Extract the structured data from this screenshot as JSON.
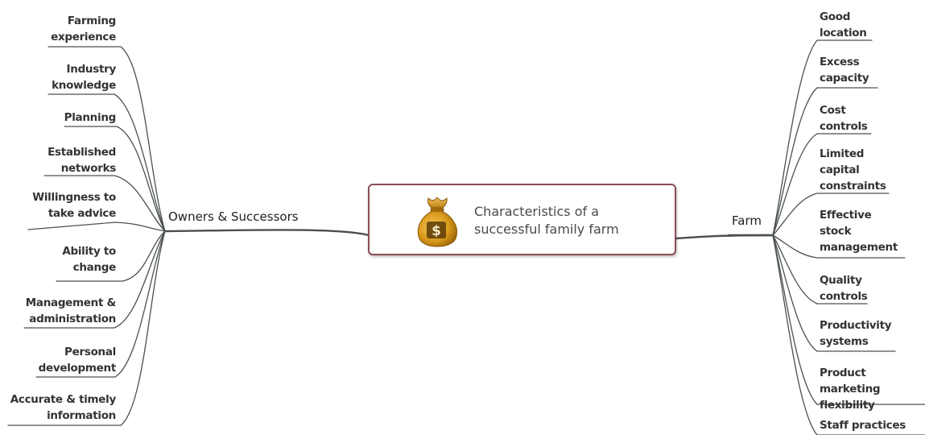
{
  "central_topic": {
    "title": "Characteristics of a\nsuccessful family farm",
    "icon": "money-bag-icon"
  },
  "left_branch": {
    "label": "Owners & Successors",
    "items": [
      "Farming\nexperience",
      "Industry\nknowledge",
      "Planning",
      "Established\nnetworks",
      "Willingness to\ntake advice",
      "Ability to\nchange",
      "Management &\nadministration",
      "Personal\ndevelopment",
      "Accurate & timely\ninformation"
    ]
  },
  "right_branch": {
    "label": "Farm",
    "items": [
      "Good\nlocation",
      "Excess\ncapacity",
      "Cost\ncontrols",
      "Limited\ncapital\nconstraints",
      "Effective\nstock\nmanagement",
      "Quality\ncontrols",
      "Productivity\nsystems",
      "Product marketing\nflexibility",
      "Staff practices"
    ]
  },
  "colors": {
    "connector": "#4a5050",
    "border": "#8c4b56",
    "text": "#333333"
  }
}
